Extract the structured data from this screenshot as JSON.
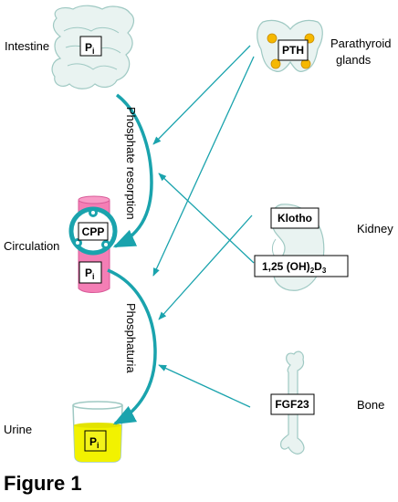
{
  "labels": {
    "intestine": "Intestine",
    "circulation": "Circulation",
    "urine": "Urine",
    "parathyroid_line1": "Parathyroid",
    "parathyroid_line2": "glands",
    "kidney": "Kidney",
    "bone": "Bone"
  },
  "boxes": {
    "pi": "P",
    "pi_sub": "i",
    "cpp": "CPP",
    "pth": "PTH",
    "klotho": "Klotho",
    "calcitriol_a": "1,25 (OH)",
    "calcitriol_sub2": "2",
    "calcitriol_b": "D",
    "calcitriol_sub3": "3",
    "fgf23": "FGF23"
  },
  "processes": {
    "resorption": "Phosphate resorption",
    "phosphaturia": "Phosphaturia"
  },
  "figure_label": "Figure 1",
  "colors": {
    "teal": "#1aa3ad",
    "pink": "#f47eb5",
    "organ_fill": "#e9f3f1",
    "organ_stroke": "#9fc9c3",
    "gland_dot": "#f5b800",
    "urine": "#f2f200"
  }
}
